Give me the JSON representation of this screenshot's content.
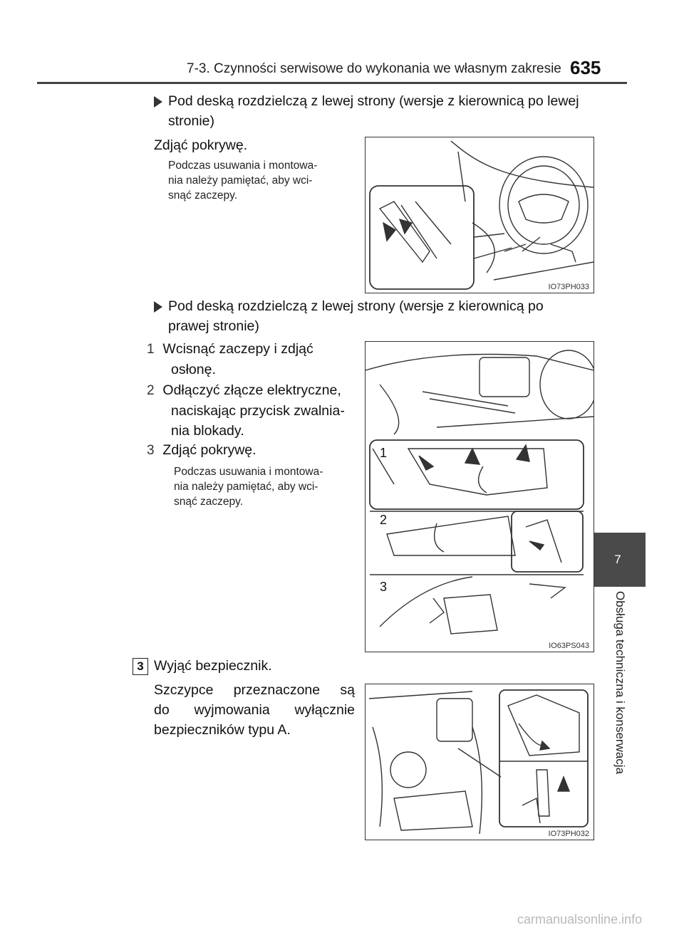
{
  "header": {
    "section_title": "7-3. Czynności serwisowe do wykonania we własnym zakresie",
    "page_number": "635"
  },
  "side_tab": {
    "chapter_number": "7",
    "chapter_title": "Obsługa techniczna i konserwacja"
  },
  "section_a": {
    "bullet_line1": "Pod deską rozdzielczą z lewej strony (wersje z kierownicą po lewej",
    "bullet_line2": "stronie)",
    "step": "Zdjąć pokrywę.",
    "note_lines": [
      "Podczas usuwania i montowa-",
      "nia należy pamiętać, aby wci-",
      "snąć zaczepy."
    ],
    "figure_code": "IO73PH033"
  },
  "section_b": {
    "bullet_line1": "Pod deską rozdzielczą z lewej strony (wersje z kierownicą po",
    "bullet_line2": "prawej stronie)",
    "steps": [
      {
        "num": "1",
        "lines": [
          "Wcisnąć zaczepy i zdjąć",
          "osłonę."
        ]
      },
      {
        "num": "2",
        "lines": [
          "Odłączyć złącze elektryczne,",
          "naciskając przycisk zwalnia-",
          "nia blokady."
        ]
      },
      {
        "num": "3",
        "lines": [
          "Zdjąć pokrywę."
        ]
      }
    ],
    "note_lines": [
      "Podczas usuwania i montowa-",
      "nia należy pamiętać, aby wci-",
      "snąć zaczepy."
    ],
    "figure_code": "IO63PS043",
    "figure_callouts": [
      "1",
      "2",
      "3"
    ]
  },
  "section_c": {
    "step_num": "3",
    "step": "Wyjąć bezpiecznik.",
    "desc_lines": [
      "Szczypce przeznaczone są",
      "do wyjmowania wyłącznie",
      "bezpieczników typu A."
    ],
    "figure_code": "IO73PH032"
  },
  "watermark": "carmanualsonline.info"
}
